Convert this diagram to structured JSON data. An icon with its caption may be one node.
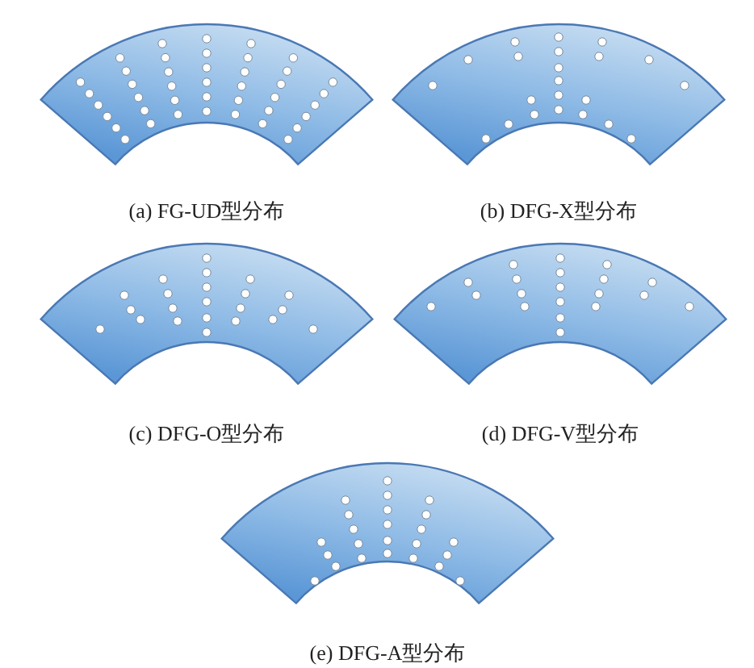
{
  "diagram": {
    "labels": [
      "(a) FG-UD型分布",
      "(b) DFG-X型分布",
      "(c) DFG-O型分布",
      "(d) DFG-V型分布",
      "(e) DFG-A型分布"
    ]
  }
}
